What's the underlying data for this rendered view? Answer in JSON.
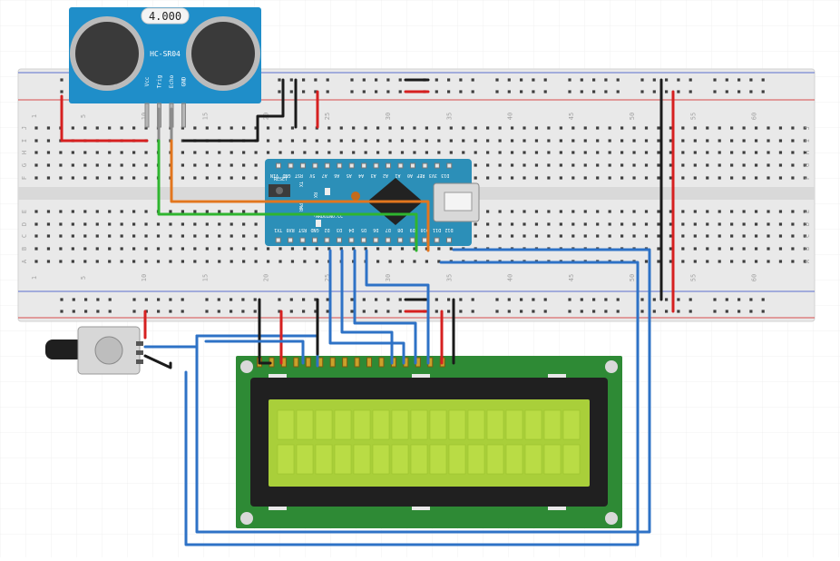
{
  "colors": {
    "board": "#e9e9e9",
    "board_edge": "#d2d2d2",
    "hole": "#3e3e3e",
    "rail_red": "#d64a4a",
    "rail_blue": "#5a6fd0",
    "arduino": "#2c8fb8",
    "sensor": "#1f8ec9",
    "lcd_pcb": "#2e8a35",
    "lcd_glass": "#a9cf3a",
    "wire_red": "#d62020",
    "wire_black": "#1a1a1a",
    "wire_blue": "#2e72c6",
    "wire_green": "#2fb52f",
    "wire_orange": "#e2761e",
    "wire_gray": "#8c8c8c"
  },
  "breadboard": {
    "column_numbers": [
      "1",
      "5",
      "10",
      "15",
      "20",
      "25",
      "30",
      "35",
      "40",
      "45",
      "50",
      "55",
      "60"
    ],
    "row_letters_top": [
      "J",
      "I",
      "H",
      "G",
      "F"
    ],
    "row_letters_bottom": [
      "E",
      "D",
      "C",
      "B",
      "A"
    ]
  },
  "ultrasonic_sensor": {
    "model": "HC-SR04",
    "display": "4.000",
    "pins": [
      "Vcc",
      "Trig",
      "Echo",
      "GND"
    ]
  },
  "arduino": {
    "name": "ARDUINO.CC",
    "top_pins": [
      "D12",
      "D11",
      "D10",
      "D9",
      "D8",
      "D7",
      "D6",
      "D5",
      "D4",
      "D3",
      "D2",
      "GND",
      "RST",
      "RX0",
      "TX1"
    ],
    "bottom_pins": [
      "VIN",
      "GND",
      "RST",
      "5V",
      "A7",
      "A6",
      "A5",
      "A4",
      "A3",
      "A2",
      "A1",
      "A0",
      "REF",
      "3V3",
      "D13"
    ],
    "reset_label": "RESET",
    "side_labels": [
      "TX",
      "RX",
      "PWR",
      "L"
    ]
  },
  "lcd": {
    "rows": 2,
    "cols": 16,
    "pin_count": 16
  }
}
